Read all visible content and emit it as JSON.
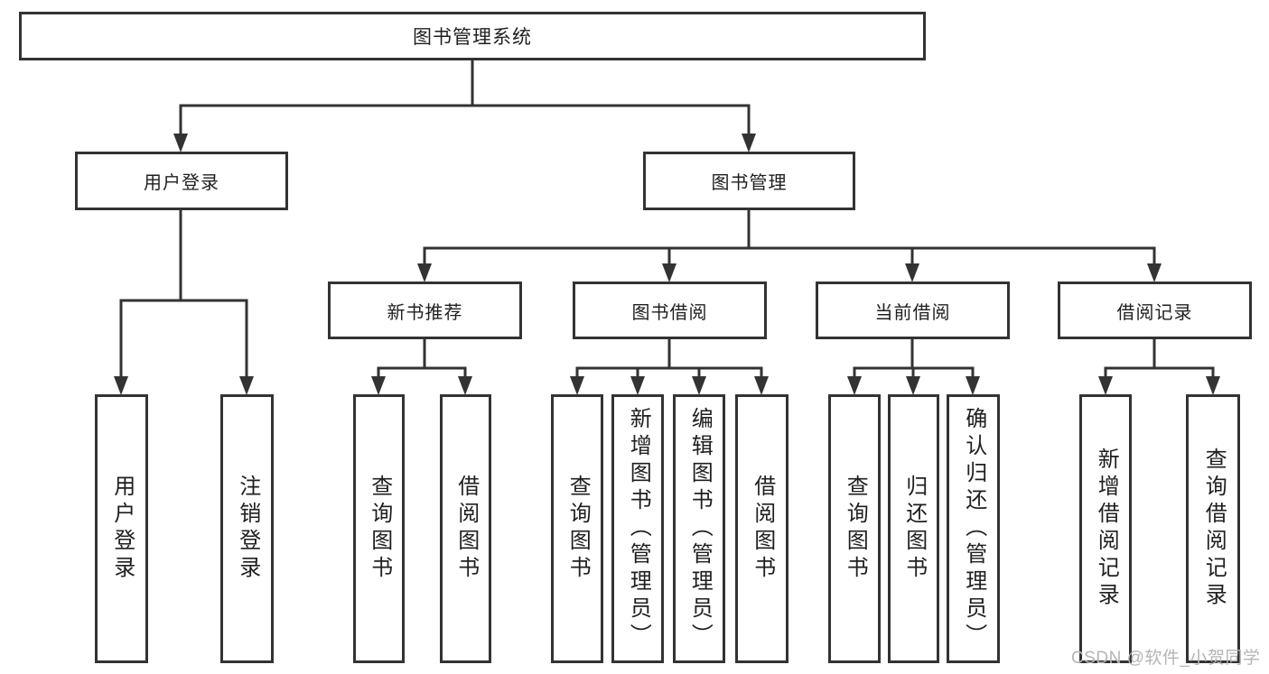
{
  "page": {
    "background": "#ffffff",
    "watermark": "CSDN @软件_小贺同学",
    "colors": {
      "line": "#333333",
      "box_border": "#333333",
      "box_background": "#ffffff",
      "text": "#1f1f1f",
      "watermark": "#b5b5b5"
    }
  },
  "tree": {
    "label": "图书管理系统",
    "children": [
      {
        "label": "用户登录",
        "children": [
          {
            "label": "用户登录"
          },
          {
            "label": "注销登录"
          }
        ]
      },
      {
        "label": "图书管理",
        "children": [
          {
            "label": "新书推荐",
            "children": [
              {
                "label": "查询图书"
              },
              {
                "label": "借阅图书"
              }
            ]
          },
          {
            "label": "图书借阅",
            "children": [
              {
                "label": "查询图书"
              },
              {
                "label": "新增图书（管理员）"
              },
              {
                "label": "编辑图书（管理员）"
              },
              {
                "label": "借阅图书"
              }
            ]
          },
          {
            "label": "当前借阅",
            "children": [
              {
                "label": "查询图书"
              },
              {
                "label": "归还图书"
              },
              {
                "label": "确认归还（管理员）"
              }
            ]
          },
          {
            "label": "借阅记录",
            "children": [
              {
                "label": "新增借阅记录"
              },
              {
                "label": "查询借阅记录"
              }
            ]
          }
        ]
      }
    ]
  }
}
